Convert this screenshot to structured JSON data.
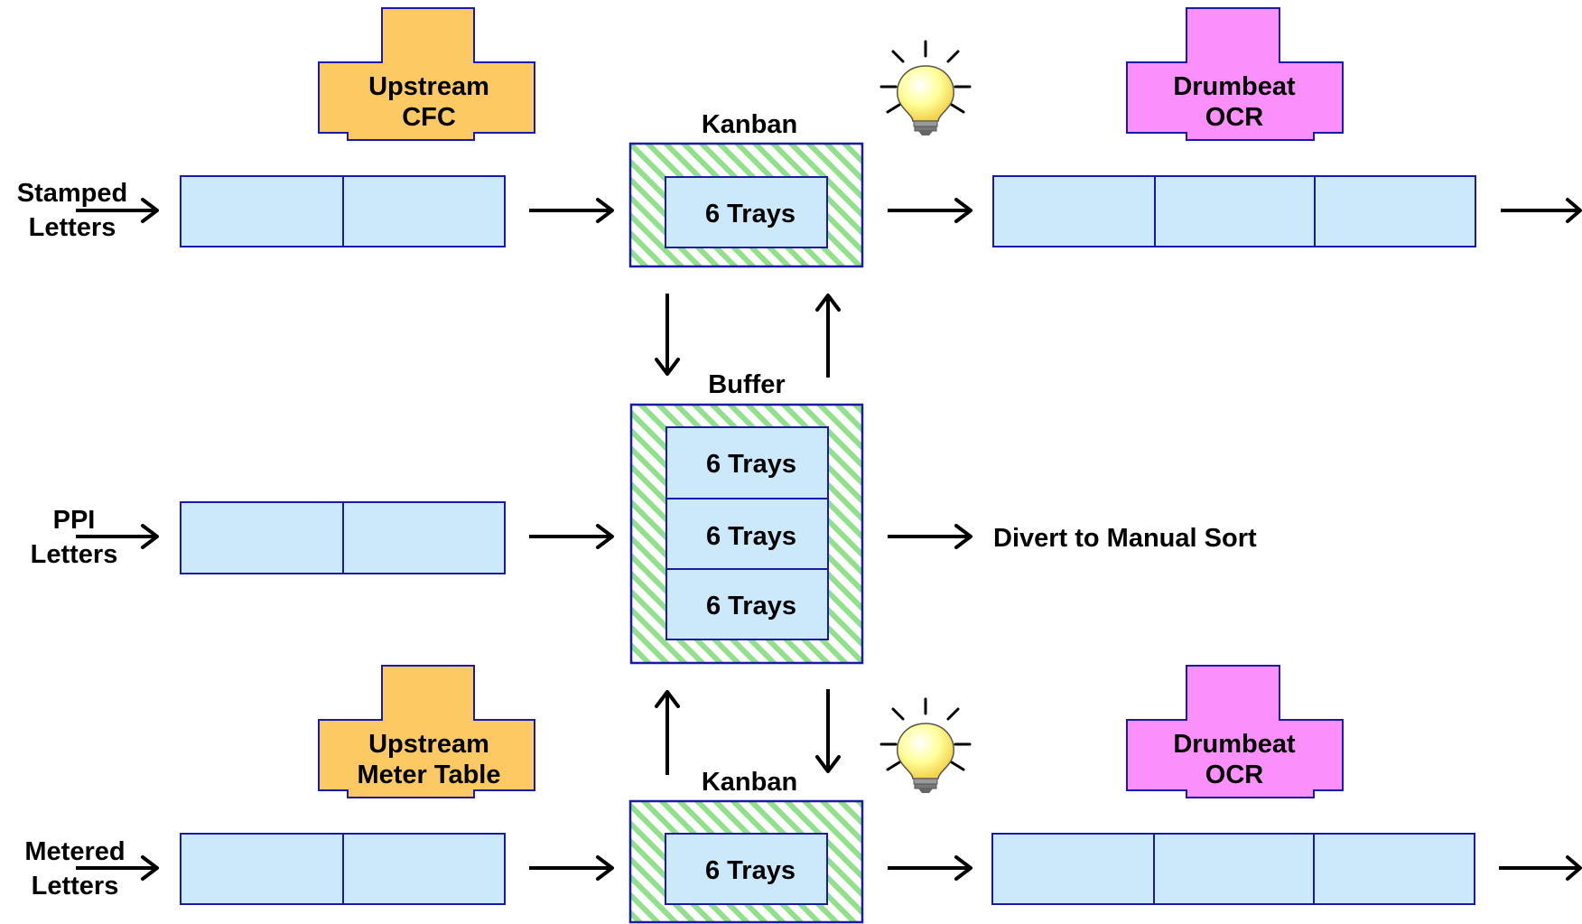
{
  "colors": {
    "queue_fill": "#cce9fc",
    "outline": "#1a1aa8",
    "hatch_green": "#92e08c",
    "upstream_fill": "#fdc962",
    "drumbeat_fill": "#fb8ffb",
    "bulb_fill": "#ffff99"
  },
  "inputs": {
    "stamped": [
      "Stamped",
      "Letters"
    ],
    "ppi": [
      "PPI",
      "Letters"
    ],
    "metered": [
      "Metered",
      "Letters"
    ]
  },
  "machines": {
    "upstream_top": [
      "Upstream",
      "CFC"
    ],
    "upstream_bottom": [
      "Upstream",
      "Meter Table"
    ],
    "drumbeat_top": [
      "Drumbeat",
      "OCR"
    ],
    "drumbeat_bottom": [
      "Drumbeat",
      "OCR"
    ]
  },
  "kanban_top": {
    "title": "Kanban",
    "trays": "6 Trays"
  },
  "buffer": {
    "title": "Buffer",
    "trays": [
      "6 Trays",
      "6 Trays",
      "6 Trays"
    ]
  },
  "kanban_bottom": {
    "title": "Kanban",
    "trays": "6 Trays"
  },
  "divert_label": "Divert to Manual Sort",
  "icons": {
    "top_idea": "lightbulb-icon",
    "bottom_idea": "lightbulb-icon"
  }
}
